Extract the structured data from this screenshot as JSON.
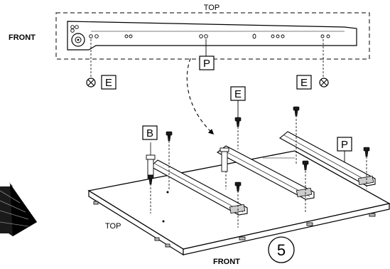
{
  "labels": {
    "top_detail": "TOP",
    "front_detail": "FRONT",
    "top_board": "TOP",
    "front_board": "FRONT",
    "step_number": "5"
  },
  "parts": {
    "rail": "P",
    "screw_left": "E",
    "screw_right": "E",
    "screw_middle": "E",
    "dowel": "B",
    "rail_right": "P"
  }
}
